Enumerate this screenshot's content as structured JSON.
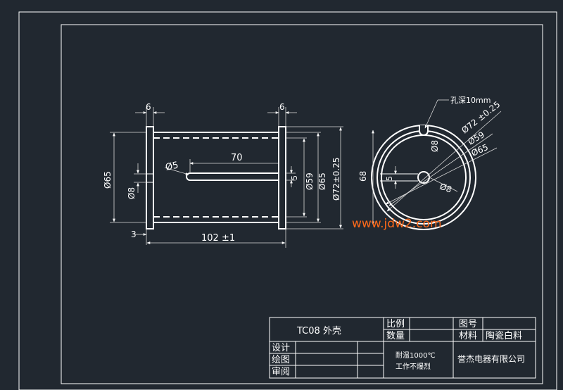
{
  "title_block": {
    "part_name": "TC08 外壳",
    "scale_label": "比例",
    "quantity_label": "数量",
    "drawing_no_label": "图号",
    "material_label": "材料",
    "material_value": "陶瓷白料",
    "design_label": "设计",
    "draw_label": "绘图",
    "review_label": "审阅",
    "note_line1": "耐温1000℃",
    "note_line2": "工作不爆烈",
    "company": "誉杰电器有限公司"
  },
  "side_view": {
    "dim_top_left": "6",
    "dim_top_right": "6",
    "dim_length": "70",
    "dim_hole": "Ø5",
    "dim_slot": "5",
    "dim_inner": "Ø59",
    "dim_outer_right": "Ø65",
    "dim_flange": "Ø72±0.25",
    "dim_outer_left": "Ø65",
    "dim_center": "Ø8",
    "dim_wall": "3",
    "dim_total": "102 ±1"
  },
  "end_view": {
    "hole_depth_note": "孔深10mm",
    "dim_flange": "Ø72 ±0.25",
    "dim_inner": "Ø59",
    "dim_outer": "Ø65",
    "dim_notch": "Ø8",
    "dim_height": "68",
    "dim_slot": "5",
    "dim_center": "Ø8"
  },
  "watermark": "www.jdw2.com"
}
